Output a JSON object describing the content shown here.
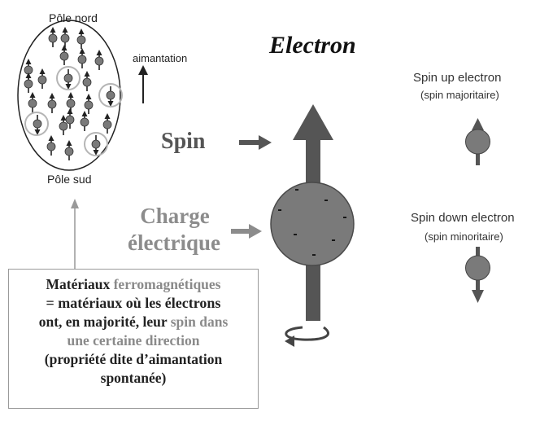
{
  "magnet": {
    "north_label": "Pôle nord",
    "south_label": "Pôle sud",
    "magnetization_label": "aimantation"
  },
  "electron": {
    "title": "Electron",
    "spin_label": "Spin",
    "charge_label_line1": "Charge",
    "charge_label_line2": "électrique",
    "charge_signs": [
      "-",
      "-",
      "-",
      "-",
      "-",
      "-",
      "-"
    ]
  },
  "spin_up": {
    "label": "Spin up electron",
    "sublabel": "(spin majoritaire)"
  },
  "spin_down": {
    "label": "Spin down electron",
    "sublabel": "(spin minoritaire)"
  },
  "definition": {
    "part1": "Matériaux",
    "part2": "ferromagnétiques",
    "part3": "= matériaux où les électrons",
    "part4": "ont, en majorité, leur",
    "part5": "spin dans",
    "part6": "une certaine direction",
    "part7": "(propriété dite d’aimantation",
    "part8": "spontanée)"
  },
  "colors": {
    "arrow_dark": "#555555",
    "arrow_light": "#8c8c8c",
    "sphere": "#7a7a7a",
    "circle_outline": "#b5b5b5"
  }
}
